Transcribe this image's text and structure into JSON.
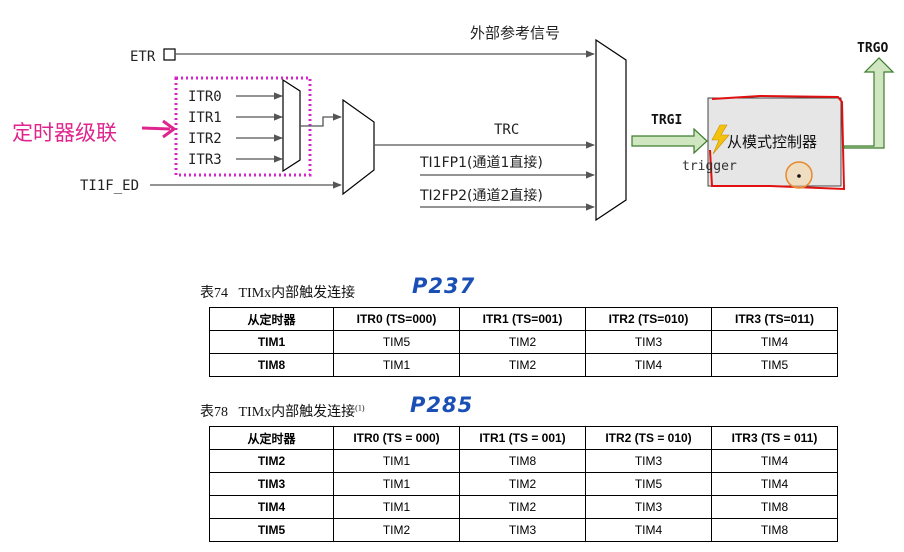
{
  "diagram": {
    "etr": "ETR",
    "external_ref": "外部参考信号",
    "itr_inputs": [
      "ITR0",
      "ITR1",
      "ITR2",
      "ITR3"
    ],
    "cascade_note": "定时器级联",
    "ti1f_ed": "TI1F_ED",
    "trc": "TRC",
    "ti1fp1": "TI1FP1(通道1直接)",
    "ti2fp2": "TI2FP2(通道2直接)",
    "trgi": "TRGI",
    "slave_controller": "从模式控制器",
    "trigger": "trigger",
    "trgo": "TRGO",
    "colors": {
      "magenta": "#e0238d",
      "red": "#e01010",
      "green_arrow": "#cfe6c0",
      "green_border": "#3c7d2e",
      "box_fill": "#e6e6e6",
      "yellow": "#f4c20d"
    }
  },
  "tables": [
    {
      "caption_num": "表74",
      "caption_text": "TIMx内部触发连接",
      "caption_sup": "",
      "handnote": "P237",
      "headers": [
        "从定时器",
        "ITR0 (TS=000)",
        "ITR1 (TS=001)",
        "ITR2 (TS=010)",
        "ITR3 (TS=011)"
      ],
      "rows": [
        [
          "TIM1",
          "TIM5",
          "TIM2",
          "TIM3",
          "TIM4"
        ],
        [
          "TIM8",
          "TIM1",
          "TIM2",
          "TIM4",
          "TIM5"
        ]
      ]
    },
    {
      "caption_num": "表78",
      "caption_text": "TIMx内部触发连接",
      "caption_sup": "(1)",
      "handnote": "P285",
      "headers": [
        "从定时器",
        "ITR0 (TS = 000)",
        "ITR1 (TS = 001)",
        "ITR2 (TS = 010)",
        "ITR3 (TS = 011)"
      ],
      "rows": [
        [
          "TIM2",
          "TIM1",
          "TIM8",
          "TIM3",
          "TIM4"
        ],
        [
          "TIM3",
          "TIM1",
          "TIM2",
          "TIM5",
          "TIM4"
        ],
        [
          "TIM4",
          "TIM1",
          "TIM2",
          "TIM3",
          "TIM8"
        ],
        [
          "TIM5",
          "TIM2",
          "TIM3",
          "TIM4",
          "TIM8"
        ]
      ]
    }
  ]
}
